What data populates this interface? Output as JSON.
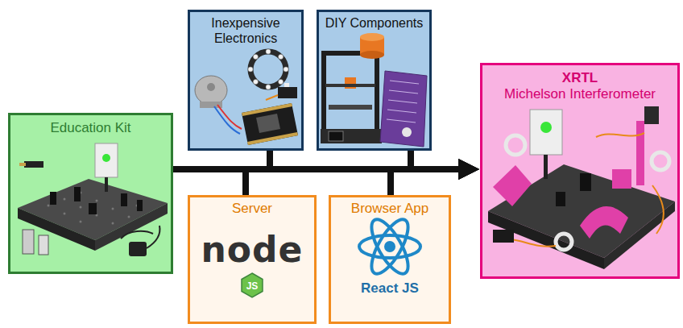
{
  "diagram": {
    "nodes": [
      {
        "text": [
          "Education Kit"
        ]
      },
      {
        "text": [
          "Inexpensive Electronics"
        ]
      },
      {
        "text": [
          "DIY Components"
        ]
      },
      {
        "text": [
          "Server",
          "node",
          "JS"
        ]
      },
      {
        "text": [
          "Browser App",
          "React JS"
        ]
      },
      {
        "text": [
          "XRTL",
          "Michelson Interferometer"
        ]
      }
    ],
    "edges": [
      {
        "from": 0,
        "to": 5,
        "arrow": "to"
      },
      {
        "from": 1,
        "to": 5,
        "arrow": "to"
      },
      {
        "from": 2,
        "to": 5,
        "arrow": "to"
      },
      {
        "from": 3,
        "to": 5,
        "arrow": "to"
      },
      {
        "from": 4,
        "to": 5,
        "arrow": "to"
      }
    ]
  }
}
